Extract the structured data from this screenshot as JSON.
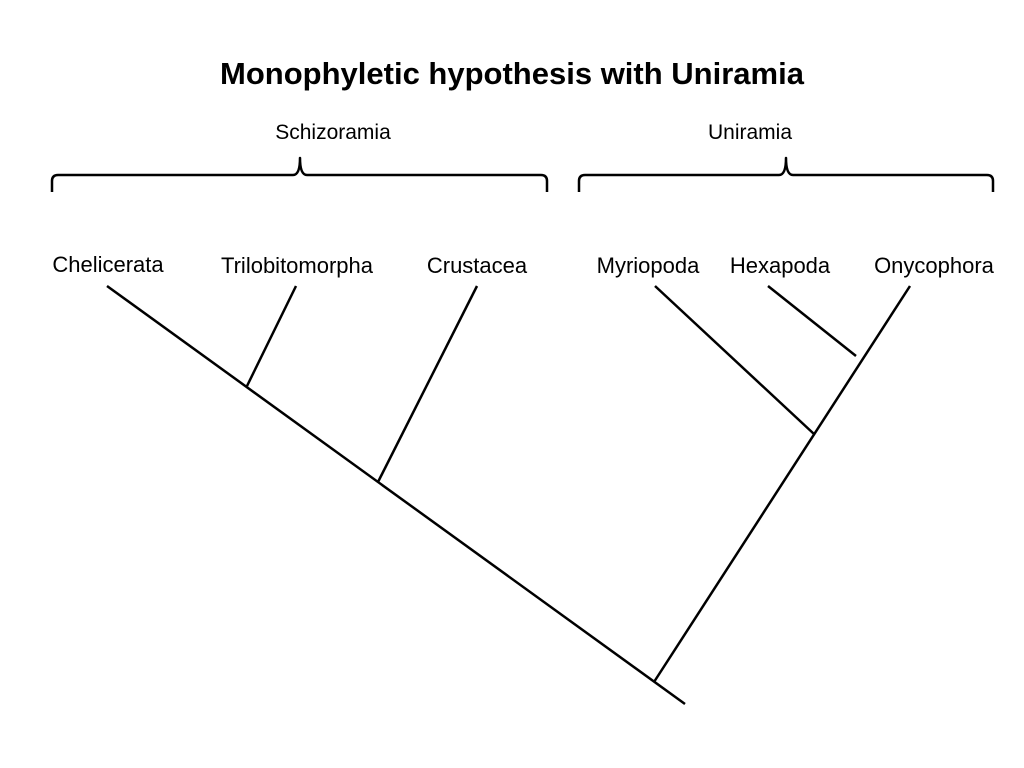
{
  "title": "Monophyletic hypothesis with Uniramia",
  "groups": [
    {
      "label": "Schizoramia"
    },
    {
      "label": "Uniramia"
    }
  ],
  "taxa": [
    "Chelicerata",
    "Trilobitomorpha",
    "Crustacea",
    "Myriopoda",
    "Hexapoda",
    "Onycophora"
  ]
}
